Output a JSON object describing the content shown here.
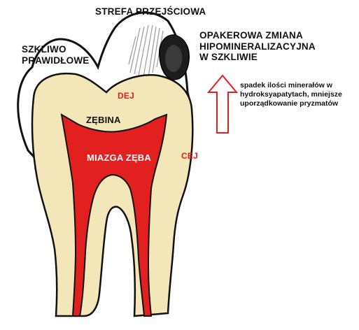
{
  "labels": {
    "transition_zone": "STREFA PRZEJŚCIOWA",
    "normal_enamel_line1": "SZKLIWO",
    "normal_enamel_line2": "PRAWIDŁOWE",
    "opaque_change_line1": "OPAKEROWA ZMIANA",
    "opaque_change_line2": "HIPOMINERALIZACYJNA",
    "opaque_change_line3": "W SZKLIWIE",
    "explanation_line1": "spadek ilości minerałów w",
    "explanation_line2": "hydroksyapatytach, mniejsze",
    "explanation_line3": "uporządkowanie pryzmatów",
    "dej": "DEJ",
    "cej": "CEJ",
    "dentin": "ZĘBINA",
    "pulp": "MIAZGA ZĘBA"
  },
  "colors": {
    "enamel": "#ffffff",
    "dentin": "#f3e6b8",
    "pulp": "#e32020",
    "outline": "#111111",
    "lesion": "#1a1a1a",
    "arrow": "#e32020",
    "label_accent": "#e32020"
  }
}
